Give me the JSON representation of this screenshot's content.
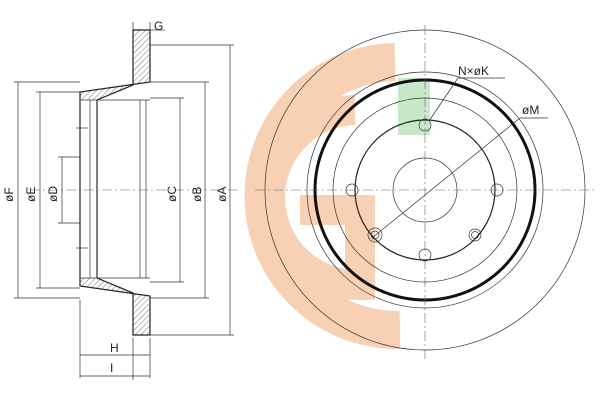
{
  "labels": {
    "g": "G",
    "f": "øF",
    "e": "øE",
    "d": "øD",
    "c": "øC",
    "b": "øB",
    "a": "øA",
    "h": "H",
    "i": "I",
    "holes": "N×øK",
    "m": "øM"
  },
  "colors": {
    "logo_orange": "#f7c8a8",
    "logo_green": "#bfe5bf",
    "line": "#222222",
    "hatch": "#555555"
  }
}
